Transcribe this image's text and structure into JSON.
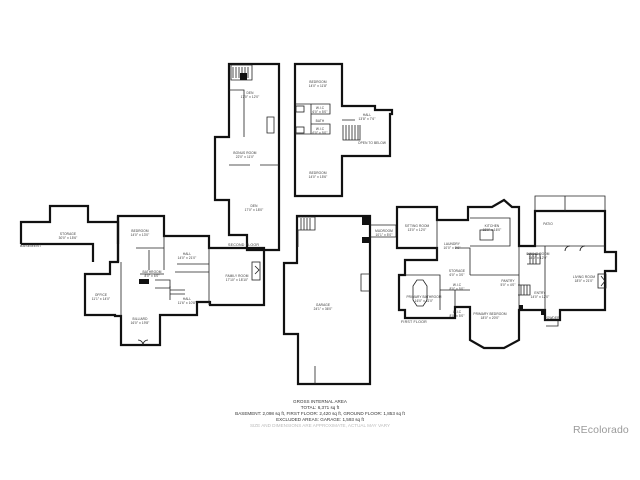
{
  "floors": {
    "basement": {
      "label": "BASEMENT",
      "rooms": [
        {
          "name": "STORAGE",
          "dims": "30'0\" x 15'6\""
        }
      ]
    },
    "second_floor_west": {
      "label": "SECOND FLOOR",
      "rooms": [
        {
          "name": "BEDROOM",
          "dims": "14'0\" x 13'0\""
        },
        {
          "name": "HALL",
          "dims": "14'0\" x 21'0\""
        },
        {
          "name": "FAMILY ROOM",
          "dims": "17'10\" x 18'10\""
        },
        {
          "name": "BATHROOM",
          "dims": "8'0\" x 6'0\""
        },
        {
          "name": "OFFICE",
          "dims": "11'1\" x 14'0\""
        },
        {
          "name": "HALL",
          "dims": "11'6\" x 10'8\""
        },
        {
          "name": "BILLIARD",
          "dims": "16'0\" x 19'8\""
        }
      ]
    },
    "second_floor_tower": {
      "rooms": [
        {
          "name": "DEN",
          "dims": "17'0\" x 12'0\""
        },
        {
          "name": "BONUS ROOM",
          "dims": "22'0\" x 11'0\""
        },
        {
          "name": "DEN",
          "dims": "17'0\" x 18'0\""
        }
      ]
    },
    "upper_floor": {
      "rooms": [
        {
          "name": "BEDROOM",
          "dims": "14'0\" x 11'8\""
        },
        {
          "name": "W.I.C",
          "dims": "6'0\" x 5'0\""
        },
        {
          "name": "BATH",
          "dims": "10'0\" x 6'0\""
        },
        {
          "name": "W.I.C",
          "dims": "6'0\" x 5'0\""
        },
        {
          "name": "HALL",
          "dims": "13'8\" x 7'6\""
        },
        {
          "name": "OPEN TO BELOW",
          "dims": ""
        },
        {
          "name": "BEDROOM",
          "dims": "14'0\" x 15'6\""
        }
      ]
    },
    "ground_floor": {
      "rooms": [
        {
          "name": "GARAGE",
          "dims": "24'1\" x 36'0\""
        },
        {
          "name": "MUDROOM",
          "dims": "10'1\" x 5'0\""
        }
      ]
    },
    "first_floor": {
      "label": "FIRST FLOOR",
      "rooms": [
        {
          "name": "SITTING ROOM",
          "dims": "13'0\" x 12'0\""
        },
        {
          "name": "LAUNDRY",
          "dims": "10'0\" x 9'0\""
        },
        {
          "name": "KITCHEN",
          "dims": "18'0\" x 16'0\""
        },
        {
          "name": "PATIO",
          "dims": ""
        },
        {
          "name": "DINING ROOM",
          "dims": "14'0\" x 12'0\""
        },
        {
          "name": "LIVING ROOM",
          "dims": "18'0\" x 21'0\""
        },
        {
          "name": "STORAGE",
          "dims": "6'0\" x 3'0\""
        },
        {
          "name": "W.I.C",
          "dims": "8'0\" x 5'0\""
        },
        {
          "name": "PRIMARY BATHROOM",
          "dims": "16'0\" x 11'0\""
        },
        {
          "name": "W.I.C",
          "dims": "8'0\" x 5'0\""
        },
        {
          "name": "PANTRY",
          "dims": "5'0\" x 4'0\""
        },
        {
          "name": "PRIMARY BEDROOM",
          "dims": "18'0\" x 20'0\""
        },
        {
          "name": "ENTRY",
          "dims": "14'0\" x 12'0\""
        },
        {
          "name": "POWDER",
          "dims": ""
        }
      ]
    }
  },
  "summary": {
    "title": "GROSS INTERNAL AREA",
    "total": "TOTAL: 6,371 sq ft",
    "breakdown": "BASEMENT: 2,098 sq ft, FIRST FLOOR: 2,420 sq ft, GROUND FLOOR: 1,853 sq ft",
    "excluded": "EXCLUDED AREAS: GARAGE: 1,593 sq ft",
    "disclaimer": "SIZE AND DIMENSIONS ARE APPROXIMATE, ACTUAL MAY VARY"
  },
  "watermark": "REcolorado"
}
